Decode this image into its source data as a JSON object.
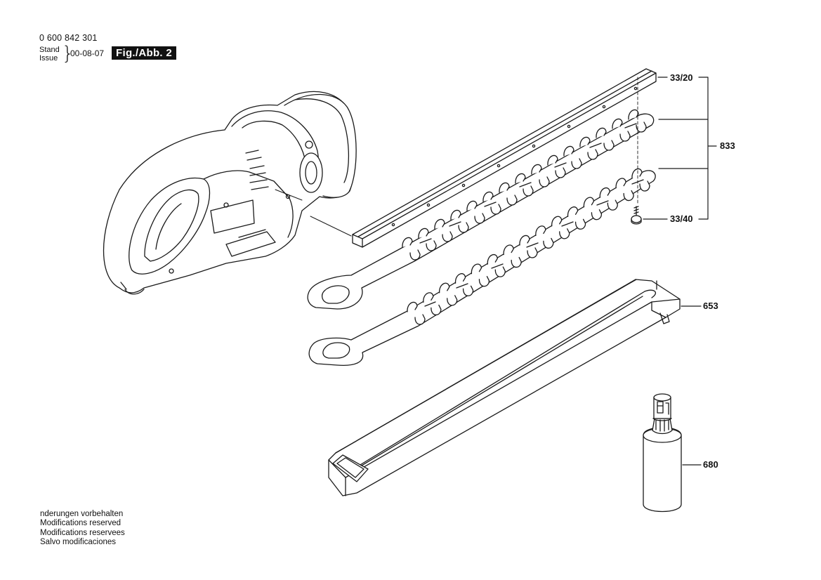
{
  "header": {
    "part_number": "0 600 842 301",
    "stand_label": "Stand",
    "issue_label": "Issue",
    "brace": "}",
    "date": "00-08-07",
    "figure": "Fig./Abb. 2"
  },
  "labels": {
    "cover_rail": "33/20",
    "blade_set": "833",
    "screw": "33/40",
    "blade_sheath": "653",
    "oil_bottle": "680"
  },
  "footer": {
    "lines": [
      "nderungen vorbehalten",
      "Modifications reserved",
      "Modifications reservees",
      "Salvo modificaciones"
    ]
  }
}
